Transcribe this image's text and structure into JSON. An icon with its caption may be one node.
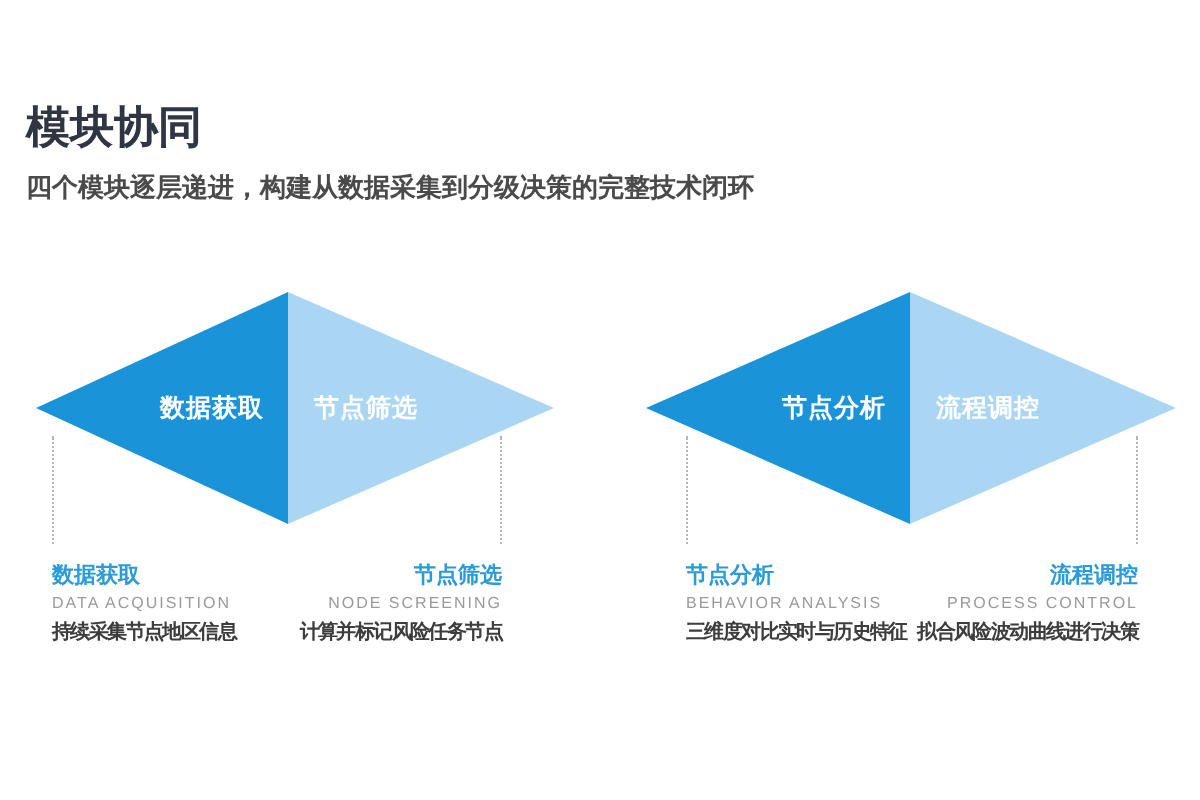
{
  "diagram": {
    "title": "模块协同",
    "nodes": [
      {
        "text": [
          "数据获取"
        ],
        "beside": [
          "数据获取",
          "DATA ACQUISITION",
          "持续采集节点地区信息"
        ]
      },
      {
        "text": [
          "节点筛选"
        ],
        "beside": [
          "节点筛选",
          "NODE SCREENING",
          "计算并标记风险任务节点"
        ]
      },
      {
        "text": [
          "节点分析"
        ],
        "beside": [
          "节点分析",
          "BEHAVIOR ANALYSIS",
          "三维度对比实时与历史特征"
        ]
      },
      {
        "text": [
          "流程调控"
        ],
        "beside": [
          "流程调控",
          "PROCESS CONTROL",
          "拟合风险波动曲线进行决策"
        ]
      }
    ],
    "labels": [
      "四个模块逐层递进，构建从数据采集到分级决策的完整技术闭环"
    ]
  }
}
